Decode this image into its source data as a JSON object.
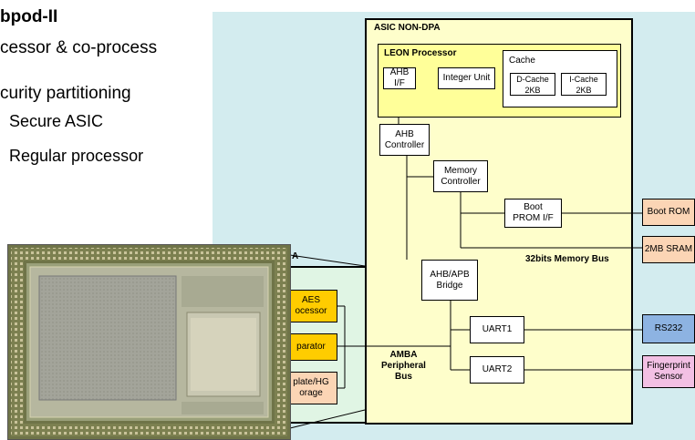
{
  "slide": {
    "title": "bpod-II",
    "bullets": [
      "cessor & co-process",
      "curity partitioning"
    ],
    "subbullets": [
      "Secure ASIC",
      "Regular processor"
    ]
  },
  "diagram": {
    "asic_label": "ASIC NON-DPA",
    "leon_label": "LEON Processor",
    "ahb_if": "AHB I/F",
    "integer_unit": "Integer Unit",
    "cache_label": "Cache",
    "dcache": [
      "D-Cache",
      "2KB"
    ],
    "icache": [
      "I-Cache",
      "2KB"
    ],
    "ahb_controller": [
      "AHB",
      "Controller"
    ],
    "memory_controller": [
      "Memory",
      "Controller"
    ],
    "boot_prom": [
      "Boot",
      "PROM I/F"
    ],
    "memory_bus": "32bits Memory Bus",
    "ahb_apb_bridge": [
      "AHB/APB",
      "Bridge"
    ],
    "uart1": "UART1",
    "uart2": "UART2",
    "amba_bus": [
      "AMBA",
      "Peripheral",
      "Bus"
    ],
    "boot_rom": "Boot ROM",
    "sram": "2MB SRAM",
    "rs232": "RS232",
    "fingerprint": [
      "Fingerprint",
      "Sensor"
    ],
    "green_label": "A",
    "aes": [
      "AES",
      "ocessor"
    ],
    "comparator": "parator",
    "template": [
      "plate/HG",
      "orage"
    ]
  },
  "colors": {
    "background_panel": "#d3ecef",
    "asic_fill": "#fefecb",
    "external_orange": "#fbd5b5",
    "rs232_blue": "#8db3e2",
    "fingerprint_pink": "#f2c0e4",
    "secure_gold": "#ffcc00",
    "secure_green": "#e0f5e4"
  }
}
